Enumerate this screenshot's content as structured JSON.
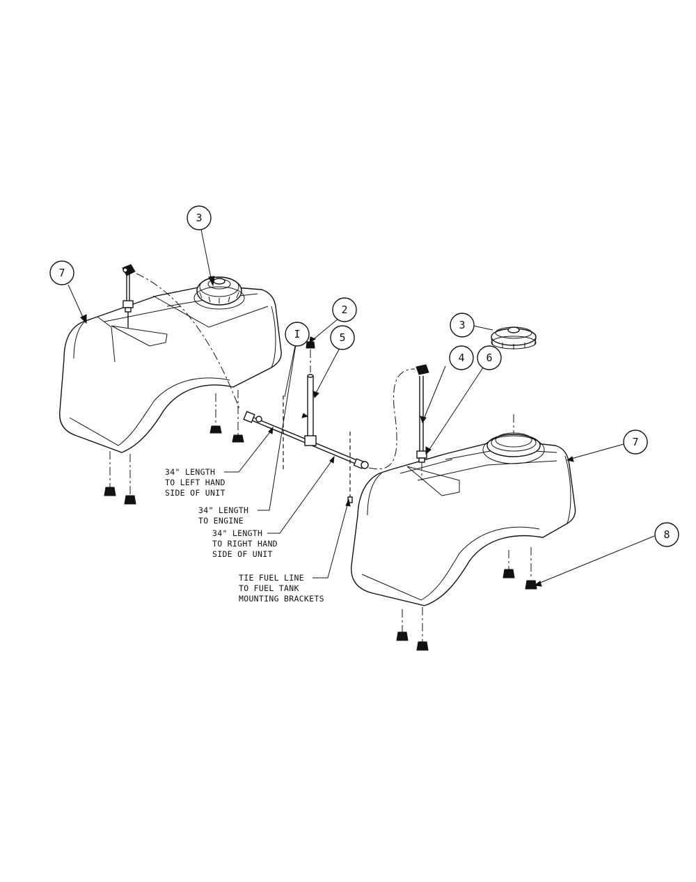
{
  "callouts": [
    {
      "id": "c3a",
      "label": "3"
    },
    {
      "id": "c7a",
      "label": "7"
    },
    {
      "id": "c1",
      "label": "I"
    },
    {
      "id": "c2",
      "label": "2"
    },
    {
      "id": "c5",
      "label": "5"
    },
    {
      "id": "c3b",
      "label": "3"
    },
    {
      "id": "c4",
      "label": "4"
    },
    {
      "id": "c6",
      "label": "6"
    },
    {
      "id": "c7b",
      "label": "7"
    },
    {
      "id": "c8",
      "label": "8"
    }
  ],
  "notes": {
    "left_hand": [
      "34\" LENGTH",
      "TO LEFT HAND",
      "SIDE OF UNIT"
    ],
    "engine": [
      "34\" LENGTH",
      "TO ENGINE"
    ],
    "right_hand": [
      "34\" LENGTH",
      "TO RIGHT HAND",
      "SIDE OF UNIT"
    ],
    "tie": [
      "TIE FUEL LINE",
      "TO FUEL TANK",
      "MOUNTING BRACKETS"
    ]
  }
}
